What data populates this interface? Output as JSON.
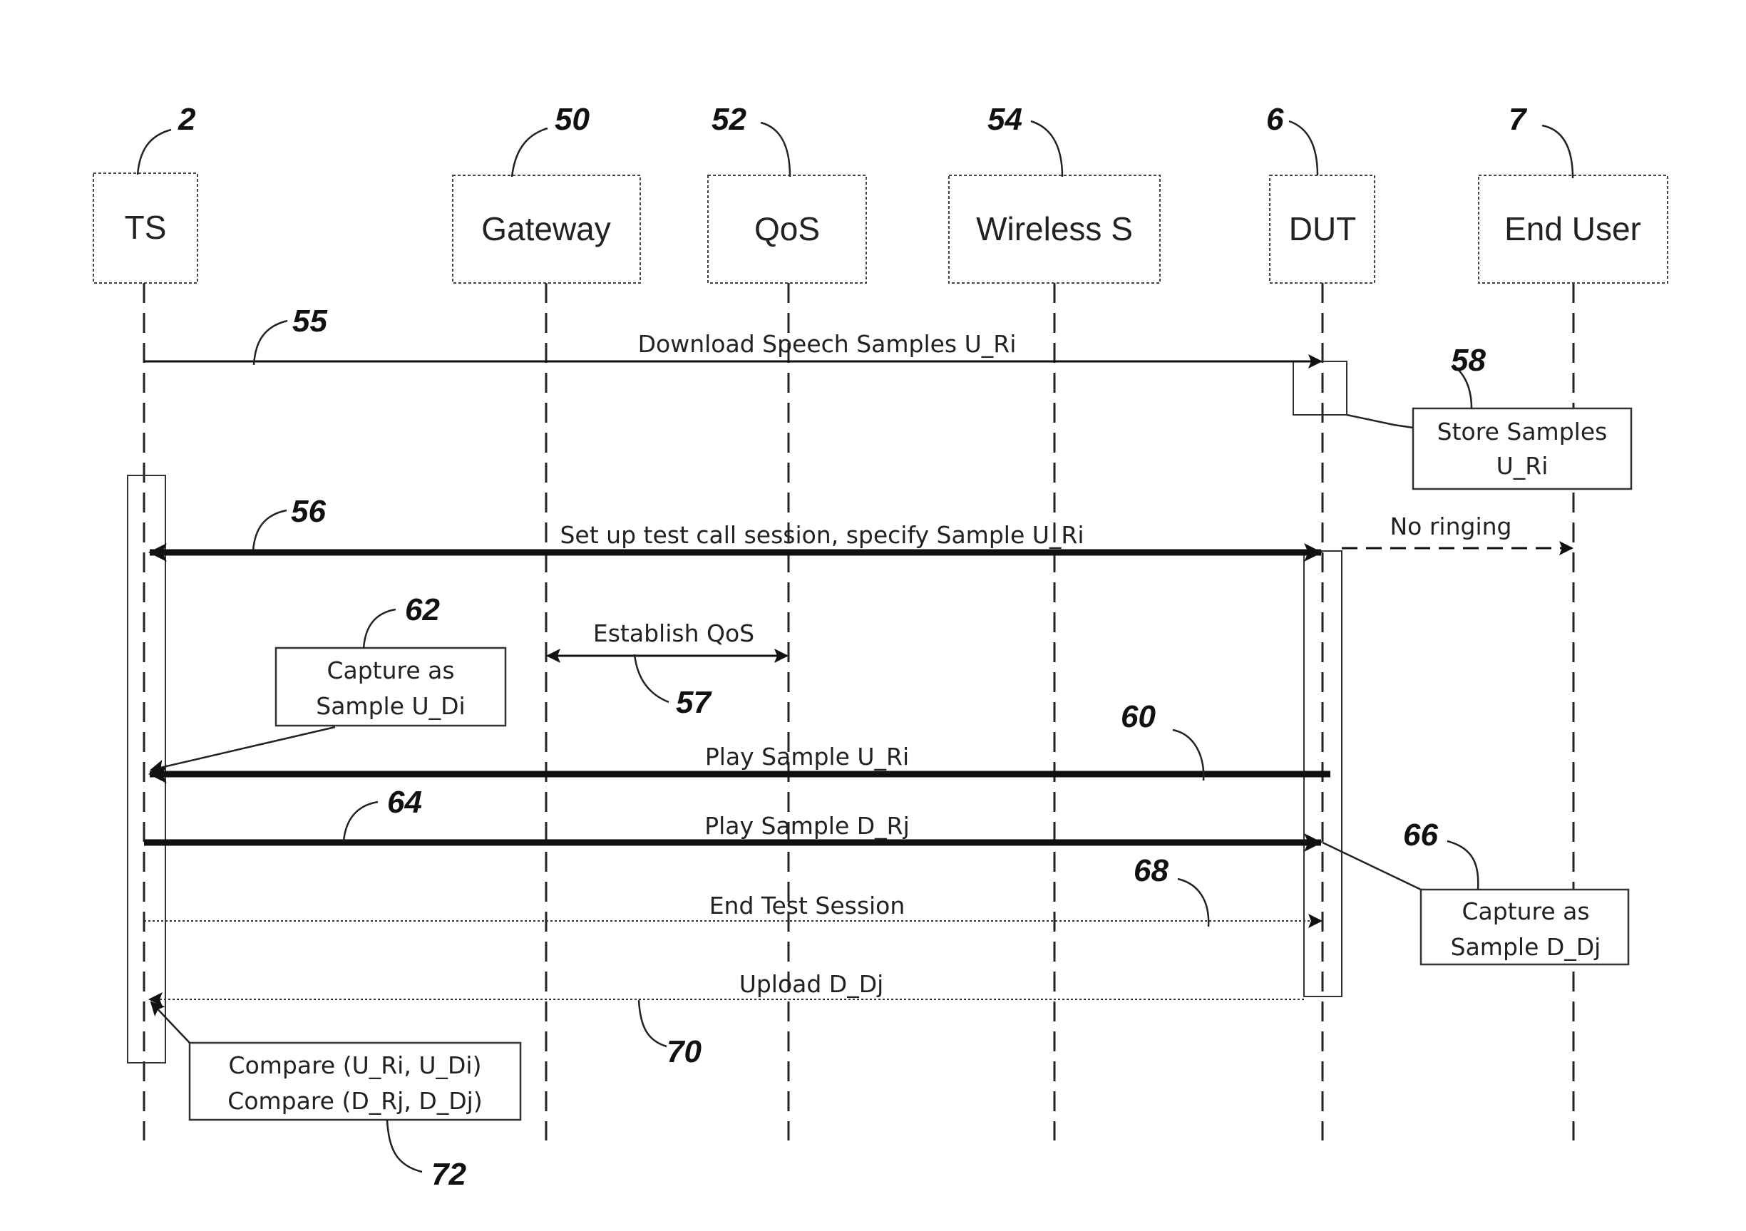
{
  "participants": [
    {
      "id": "ts",
      "label": "TS",
      "ref": "2"
    },
    {
      "id": "gateway",
      "label": "Gateway",
      "ref": "50"
    },
    {
      "id": "qos",
      "label": "QoS",
      "ref": "52"
    },
    {
      "id": "wireless",
      "label": "Wireless S",
      "ref": "54"
    },
    {
      "id": "dut",
      "label": "DUT",
      "ref": "6"
    },
    {
      "id": "enduser",
      "label": "End User",
      "ref": "7"
    }
  ],
  "messages": [
    {
      "id": "download",
      "label": "Download Speech Samples U_Ri",
      "ref": "55",
      "from": "ts",
      "to": "dut",
      "style": "thin"
    },
    {
      "id": "setup",
      "label": "Set up test call session, specify Sample U_Ri",
      "ref": "56",
      "from": "dut",
      "to": "ts",
      "style": "bold-bidirectional"
    },
    {
      "id": "noringing",
      "label": "No ringing",
      "ref": "",
      "from": "dut",
      "to": "enduser",
      "style": "dashed"
    },
    {
      "id": "qos",
      "label": "Establish QoS",
      "ref": "57",
      "from": "gateway",
      "to": "qos",
      "style": "bidirectional"
    },
    {
      "id": "play_u",
      "label": "Play Sample U_Ri",
      "ref": "60",
      "from": "dut",
      "to": "ts",
      "style": "bold"
    },
    {
      "id": "play_d",
      "label": "Play Sample D_Rj",
      "ref": "64",
      "from": "ts",
      "to": "dut",
      "style": "bold"
    },
    {
      "id": "end",
      "label": "End Test Session",
      "ref": "68",
      "from": "ts",
      "to": "dut",
      "style": "dotted"
    },
    {
      "id": "upload",
      "label": "Upload D_Dj",
      "ref": "70",
      "from": "dut",
      "to": "ts",
      "style": "dotted"
    }
  ],
  "notes": [
    {
      "id": "store",
      "lines": [
        "Store Samples",
        "U_Ri"
      ],
      "ref": "58"
    },
    {
      "id": "capture_u",
      "lines": [
        "Capture as",
        "Sample U_Di"
      ],
      "ref": "62"
    },
    {
      "id": "capture_d",
      "lines": [
        "Capture as",
        "Sample D_Dj"
      ],
      "ref": "66"
    },
    {
      "id": "compare",
      "lines": [
        "Compare (U_Ri, U_Di)",
        "Compare (D_Rj, D_Dj)"
      ],
      "ref": "72"
    }
  ]
}
